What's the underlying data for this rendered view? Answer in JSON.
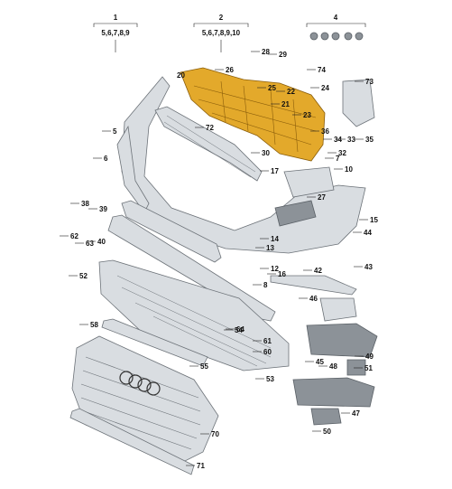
{
  "headers": [
    {
      "id": "1",
      "text": "1",
      "sub": "5,6,7,8,9"
    },
    {
      "id": "2",
      "text": "2",
      "sub": "5,6,7,8,9,10"
    },
    {
      "id": "4",
      "text": "4",
      "sub": ""
    }
  ],
  "highlight_label": "20",
  "labels": [
    "5",
    "6",
    "7",
    "8",
    "10",
    "12",
    "13",
    "14",
    "15",
    "16",
    "17",
    "21",
    "22",
    "23",
    "24",
    "25",
    "26",
    "27",
    "28",
    "29",
    "30",
    "32",
    "33",
    "34",
    "35",
    "36",
    "38",
    "39",
    "40",
    "42",
    "43",
    "44",
    "45",
    "46",
    "47",
    "48",
    "49",
    "50",
    "51",
    "52",
    "53",
    "54",
    "55",
    "58",
    "60",
    "61",
    "62",
    "63",
    "64",
    "70",
    "71",
    "72",
    "73",
    "74"
  ],
  "colors": {
    "highlight": "#e3a92b",
    "part": "#d9dde1",
    "outline": "#6c7278"
  }
}
